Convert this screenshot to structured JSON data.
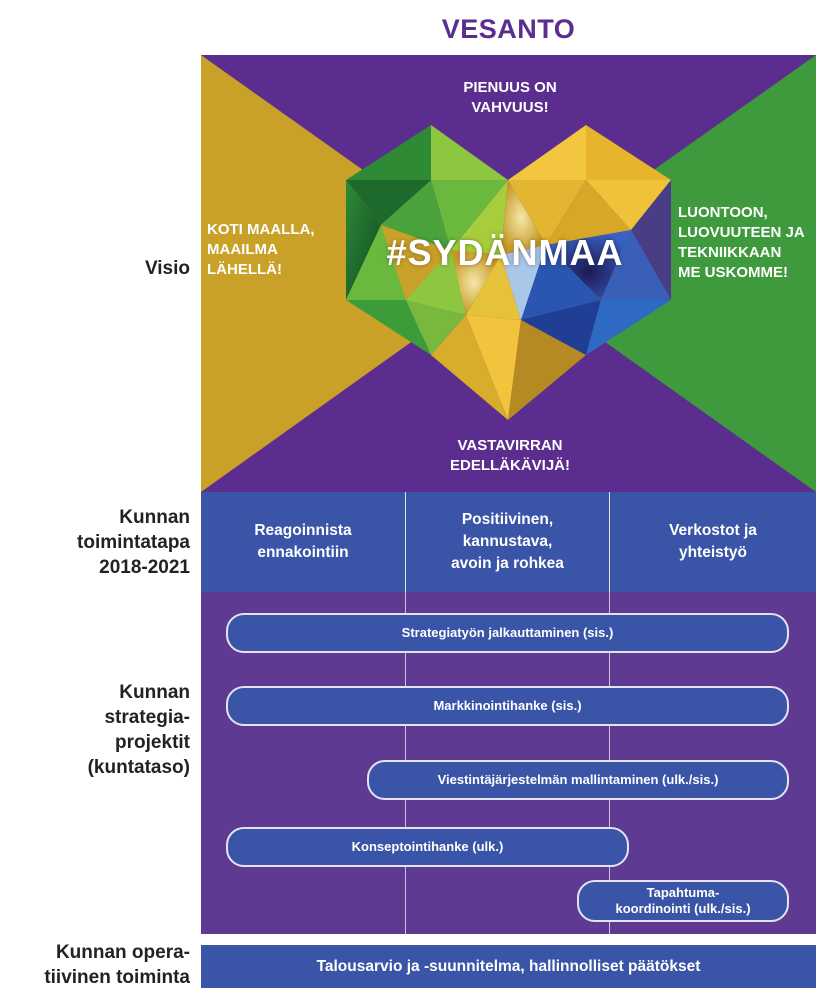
{
  "title": "VESANTO",
  "colors": {
    "purple": "#5b2d8e",
    "gold": "#c9a028",
    "green": "#3e9a3c",
    "blue": "#3a55a8"
  },
  "rows": {
    "visio": "Visio",
    "toimintatapa": [
      "Kunnan",
      "toimintatapa",
      "2018-2021"
    ],
    "projektit": [
      "Kunnan",
      "strategia-",
      "projektit",
      "(kuntataso)"
    ],
    "operatiivinen": [
      "Kunnan opera-",
      "tiivinen toiminta"
    ]
  },
  "vision": {
    "top": [
      "PIENUUS ON",
      "VAHVUUS!"
    ],
    "left": [
      "KOTI MAALLA,",
      "MAAILMA",
      "LÄHELLÄ!"
    ],
    "right": [
      "LUONTOON,",
      "LUOVUUTEEN JA",
      "TEKNIIKKAAN",
      "ME USKOMME!"
    ],
    "bottom": [
      "VASTAVIRRAN",
      "EDELLÄKÄVIJÄ!"
    ],
    "center": "#SYDÄNMAA"
  },
  "toimintatapa": [
    [
      "Reagoinnista",
      "ennakointiin"
    ],
    [
      "Positiivinen,",
      "kannustava,",
      "avoin ja rohkea"
    ],
    [
      "Verkostot ja",
      "yhteistyö"
    ]
  ],
  "projects": [
    {
      "label": "Strategiatyön jalkauttaminen (sis.)"
    },
    {
      "label": "Markkinointihanke (sis.)"
    },
    {
      "label": "Viestintäjärjestelmän mallintaminen (ulk./sis.)"
    },
    {
      "label": "Konseptointihanke (ulk.)"
    },
    {
      "label_lines": [
        "Tapahtuma-",
        "koordinointi (ulk./sis.)"
      ]
    }
  ],
  "operations": "Talousarvio ja -suunnitelma, hallinnolliset päätökset"
}
